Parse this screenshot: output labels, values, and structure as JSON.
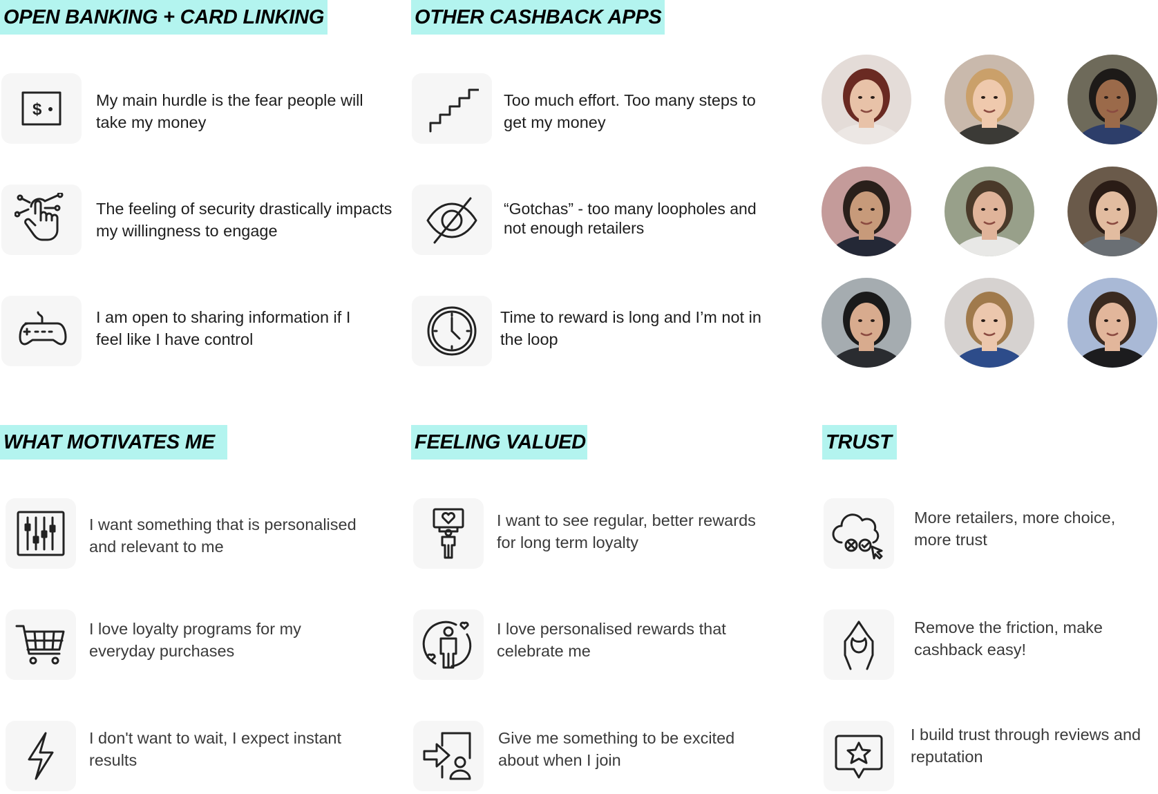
{
  "sections": {
    "open_banking": {
      "title": "OPEN BANKING + CARD LINKING",
      "items": [
        {
          "icon": "dollar-bill-icon",
          "text": "My main hurdle is the fear people will take my money"
        },
        {
          "icon": "touch-hand-icon",
          "text": "The feeling of security drastically impacts my willingness to engage"
        },
        {
          "icon": "gamepad-icon",
          "text": "I am open to sharing information if I feel like I have control"
        }
      ]
    },
    "other_cashback": {
      "title": "OTHER CASHBACK APPS",
      "items": [
        {
          "icon": "stairs-icon",
          "text": "Too much effort. Too many steps to get my money"
        },
        {
          "icon": "eye-slash-icon",
          "text": "“Gotchas” - too many loopholes and not enough retailers"
        },
        {
          "icon": "clock-icon",
          "text": "Time to reward is long and I’m not in the loop"
        }
      ]
    },
    "motivates": {
      "title": "WHAT MOTIVATES ME",
      "items": [
        {
          "icon": "sliders-icon",
          "text": "I want something that is personalised and relevant to me"
        },
        {
          "icon": "shopping-cart-icon",
          "text": "I love loyalty programs for my everyday purchases"
        },
        {
          "icon": "lightning-icon",
          "text": "I don't want to wait, I expect instant results"
        }
      ]
    },
    "valued": {
      "title": "FEELING VALUED",
      "items": [
        {
          "icon": "person-heart-sign-icon",
          "text": "I want to see regular, better rewards for long term loyalty"
        },
        {
          "icon": "person-hearts-icon",
          "text": "I love personalised rewards that celebrate me"
        },
        {
          "icon": "join-arrow-icon",
          "text": "Give me something to be excited about when I join"
        }
      ]
    },
    "trust": {
      "title": "TRUST",
      "items": [
        {
          "icon": "cloud-choice-icon",
          "text": "More retailers, more choice, more trust"
        },
        {
          "icon": "hands-together-icon",
          "text": "Remove the friction, make cashback easy!"
        },
        {
          "icon": "star-chat-icon",
          "text": "I build trust through reviews and reputation"
        }
      ]
    }
  },
  "participants": {
    "photos": [
      {
        "bg": "#e4dcd8",
        "skin": "#e8c2a8",
        "hair": "#6a2a22",
        "shirt": "#ece7e4"
      },
      {
        "bg": "#c9b9ac",
        "skin": "#efc9ad",
        "hair": "#caa06a",
        "shirt": "#3b3a36"
      },
      {
        "bg": "#6e6a5a",
        "skin": "#9b6a4a",
        "hair": "#1d1a18",
        "shirt": "#2d3e6a"
      },
      {
        "bg": "#c49b9a",
        "skin": "#c79a7a",
        "hair": "#2a201b",
        "shirt": "#242836"
      },
      {
        "bg": "#98a08a",
        "skin": "#e0b49a",
        "hair": "#4a3a2a",
        "shirt": "#e8e8e6"
      },
      {
        "bg": "#6a5a4a",
        "skin": "#e2bca0",
        "hair": "#2a1c16",
        "shirt": "#6a6f74"
      },
      {
        "bg": "#a5acb0",
        "skin": "#d8ab8e",
        "hair": "#1a1a1a",
        "shirt": "#2a2c30"
      },
      {
        "bg": "#d6d2d0",
        "skin": "#ecc7ad",
        "hair": "#a07a4c",
        "shirt": "#2d4c8a"
      },
      {
        "bg": "#a9b9d6",
        "skin": "#e2b69b",
        "hair": "#3a2a20",
        "shirt": "#1c1c1e"
      }
    ]
  }
}
